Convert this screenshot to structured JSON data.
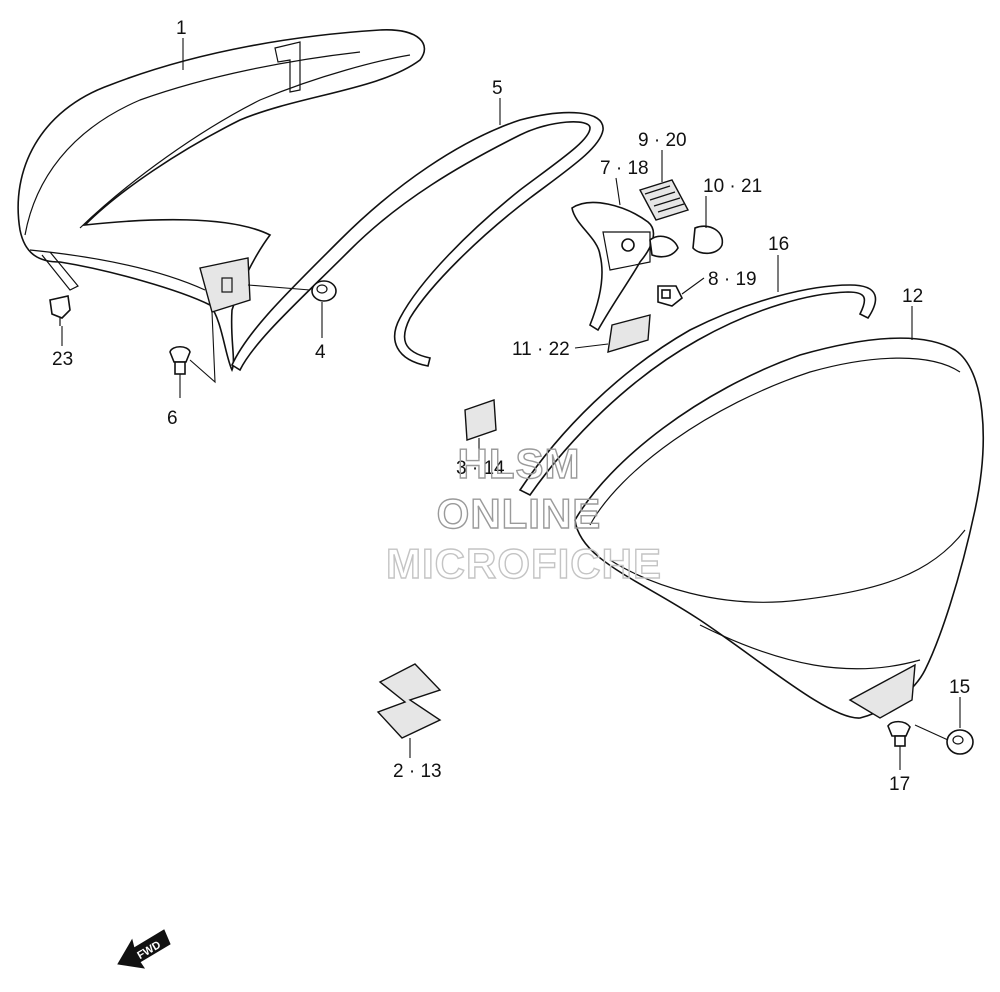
{
  "callouts": {
    "c1": "1",
    "c5": "5",
    "c9_20": "9 · 20",
    "c7_18": "7 · 18",
    "c10_21": "10 · 21",
    "c16": "16",
    "c12": "12",
    "c8_19": "8 · 19",
    "c23": "23",
    "c4": "4",
    "c11_22": "11 · 22",
    "c6": "6",
    "c3_14": "3 · 14",
    "c15": "15",
    "c2_13": "2 · 13",
    "c17": "17"
  },
  "watermark": {
    "line1": "HLSM",
    "line2": "ONLINE",
    "line3": "MICROFICHE"
  },
  "direction_arrow": {
    "label": "FWD"
  }
}
